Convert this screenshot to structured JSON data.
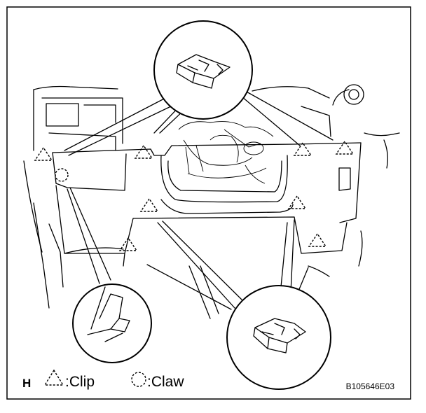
{
  "legend": {
    "mark": "H",
    "clip_label": ":Clip",
    "claw_label": ":Claw"
  },
  "figure_code": "B105646E03",
  "icons": {
    "clip": "dashed-triangle",
    "claw": "dashed-circle"
  }
}
